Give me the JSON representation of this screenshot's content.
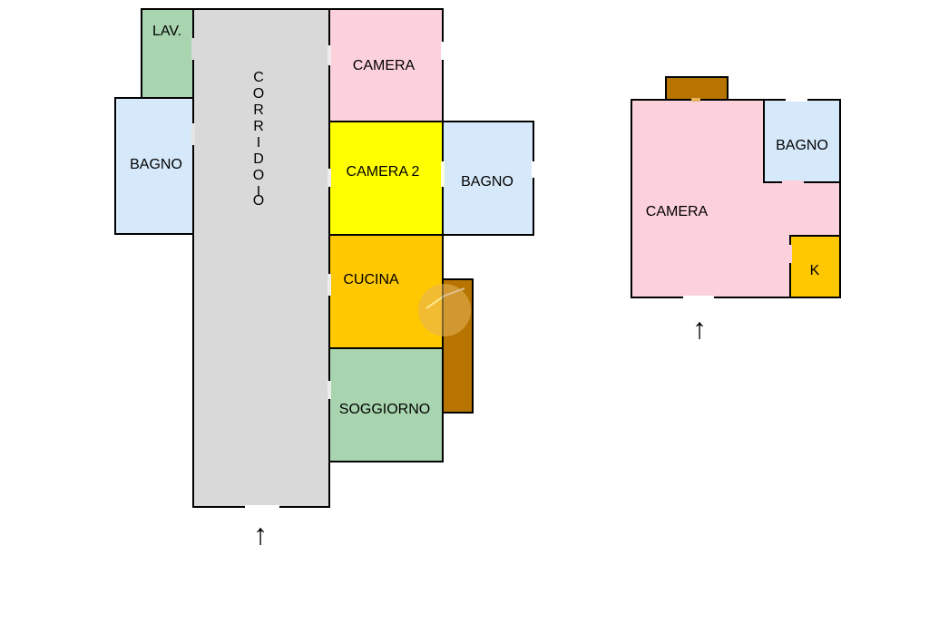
{
  "plan_left": {
    "lavanderia": {
      "label": "LAV.",
      "color": "#a8d5b0"
    },
    "corridoio": {
      "label": "C\nO\nR\nR\nI\nD\nO\nI\nO",
      "color": "#d9d9d9"
    },
    "bagno_w": {
      "label": "BAGNO",
      "color": "#d6e9fb"
    },
    "camera": {
      "label": "CAMERA",
      "color": "#fdd1dc"
    },
    "camera2": {
      "label": "CAMERA 2",
      "color": "#ffff00"
    },
    "bagno_e": {
      "label": "BAGNO",
      "color": "#d6e9fb"
    },
    "cucina": {
      "label": "CUCINA",
      "color": "#ffc800"
    },
    "soggiorno": {
      "label": "SOGGIORNO",
      "color": "#a8d5b0"
    },
    "balcone": {
      "color": "#b87400"
    },
    "entrance_arrow": "↑"
  },
  "plan_right": {
    "camera": {
      "label": "CAMERA",
      "color": "#fdd1dc"
    },
    "bagno": {
      "label": "BAGNO",
      "color": "#d6e9fb"
    },
    "k": {
      "label": "K",
      "color": "#ffc800"
    },
    "balcone": {
      "color": "#b87400"
    },
    "entrance_arrow": "↑"
  },
  "watermark": {
    "color": "#e6b45a"
  }
}
